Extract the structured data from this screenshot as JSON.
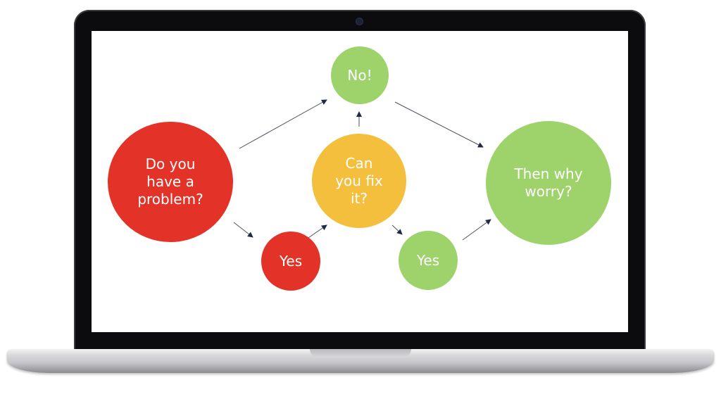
{
  "diagram": {
    "nodes": [
      {
        "id": "problem",
        "label": "Do you\nhave a\nproblem?",
        "color": "#e33228"
      },
      {
        "id": "yes1",
        "label": "Yes",
        "color": "#e33228"
      },
      {
        "id": "fix",
        "label": "Can\nyou fix\nit?",
        "color": "#f3bf3c"
      },
      {
        "id": "no",
        "label": "No!",
        "color": "#9ed26a"
      },
      {
        "id": "yes2",
        "label": "Yes",
        "color": "#9ed26a"
      },
      {
        "id": "worry",
        "label": "Then why\nworry?",
        "color": "#9ed26a"
      }
    ],
    "edges": [
      {
        "from": "problem",
        "to": "no"
      },
      {
        "from": "problem",
        "to": "yes1"
      },
      {
        "from": "yes1",
        "to": "fix"
      },
      {
        "from": "fix",
        "to": "no"
      },
      {
        "from": "fix",
        "to": "yes2"
      },
      {
        "from": "no",
        "to": "worry"
      },
      {
        "from": "yes2",
        "to": "worry"
      }
    ]
  }
}
